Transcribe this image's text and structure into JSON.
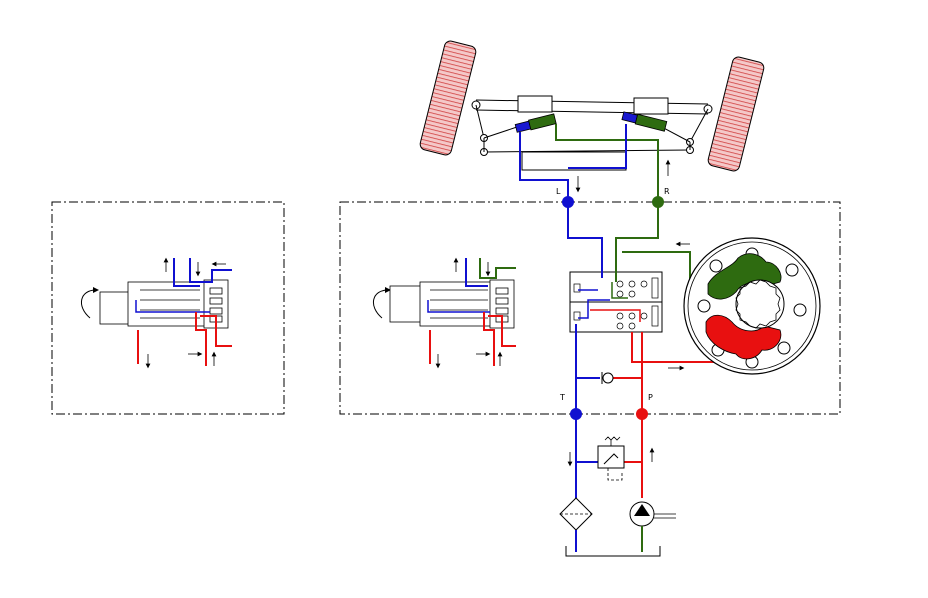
{
  "diagram": {
    "ports": {
      "left": "L",
      "right": "R",
      "tank": "T",
      "pressure": "P"
    },
    "colors": {
      "return_line": "#1010d0",
      "pressure_line": "#e81010",
      "right_chamber": "#2e6b10",
      "pump_suction": "#2e6b10",
      "tire_tread": "#d04040",
      "frame_dashed": "#000000"
    },
    "icons": [
      "steering-axle-icon",
      "cylinder-icon",
      "steering-valve-icon",
      "gerotor-motor-icon",
      "check-valve-icon",
      "relief-valve-icon",
      "filter-icon",
      "pump-icon",
      "tank-icon",
      "rotation-arrow-icon"
    ]
  }
}
